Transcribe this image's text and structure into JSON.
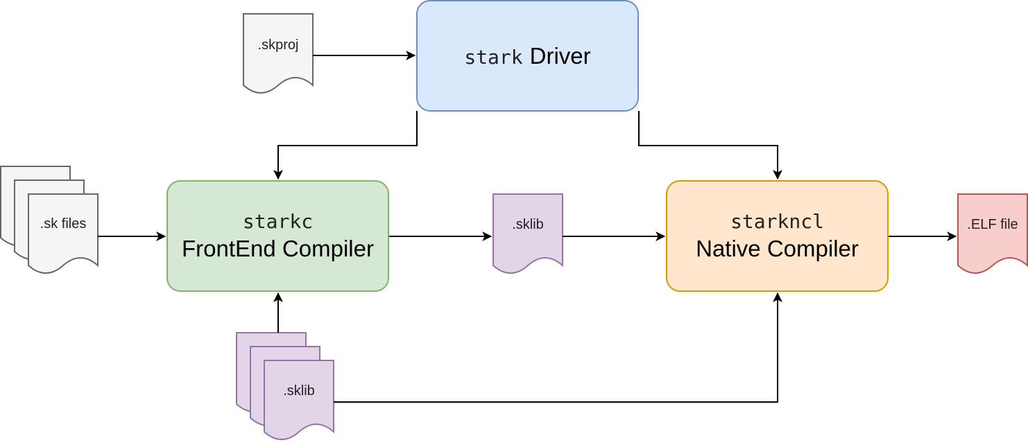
{
  "colors": {
    "driver_fill": "#dae8fc",
    "driver_stroke": "#6c8ebf",
    "frontend_fill": "#d5e8d4",
    "frontend_stroke": "#82b366",
    "native_fill": "#ffe6cc",
    "native_stroke": "#d79b00",
    "gray_doc_fill": "#f5f5f5",
    "gray_doc_stroke": "#666666",
    "purple_doc_fill": "#e1d5e7",
    "purple_doc_stroke": "#9673a6",
    "red_doc_fill": "#f8cecc",
    "red_doc_stroke": "#b85450"
  },
  "driver": {
    "code": "stark",
    "label": "Driver"
  },
  "frontend": {
    "code": "starkc",
    "label": "FrontEnd Compiler"
  },
  "native": {
    "code": "starkncl",
    "label": "Native Compiler"
  },
  "docs": {
    "skproj": ".skproj",
    "sk_files": ".sk files",
    "sklib_mid": ".sklib",
    "sklib_bottom": ".sklib",
    "elf": ".ELF file"
  }
}
